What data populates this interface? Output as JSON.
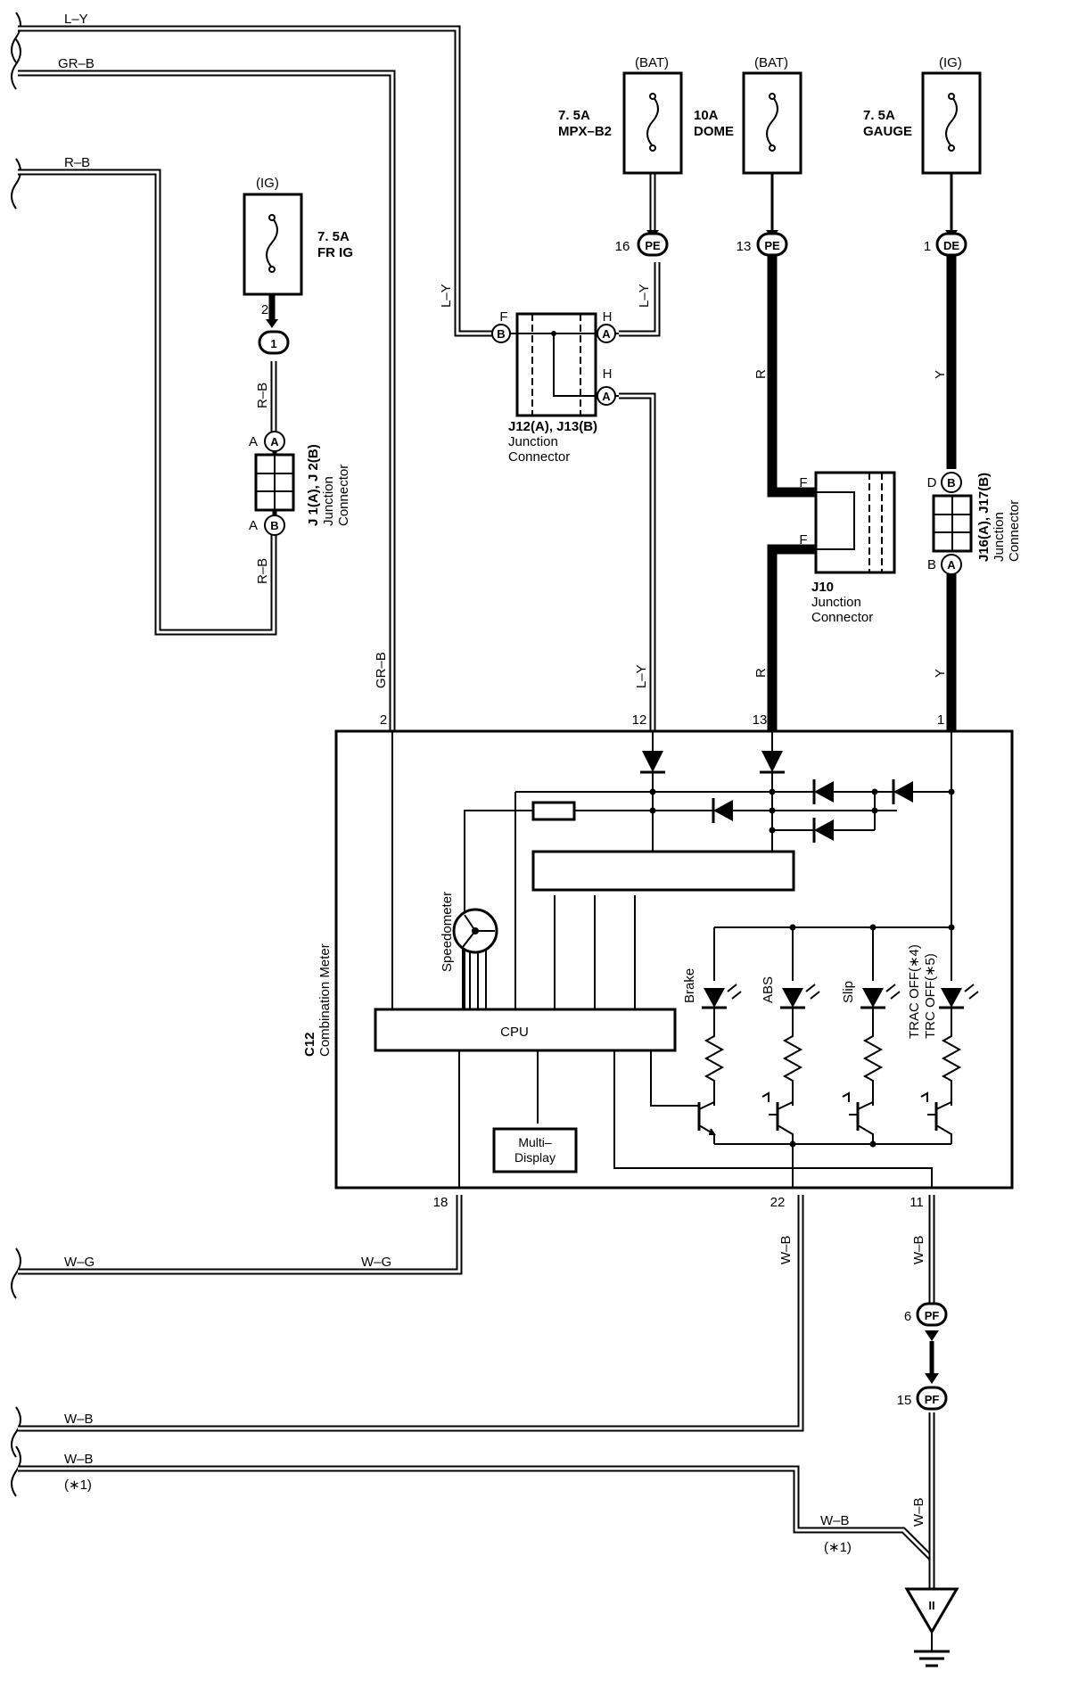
{
  "wires": {
    "ly_top": "L–Y",
    "grb_top": "GR–B",
    "rb_top": "R–B",
    "ly_j12_left": "L–Y",
    "ly_j12_right": "L–Y",
    "rb_j1_top": "R–B",
    "rb_j1_bottom": "R–B",
    "grb_vertical": "GR–B",
    "ly_vertical": "L–Y",
    "r_upper": "R",
    "r_lower": "R",
    "y_upper": "Y",
    "y_lower": "Y",
    "wg_left": "W–G",
    "wg_right": "W–G",
    "wb_pin22": "W–B",
    "wb_pin11": "W–B",
    "wb_left1": "W–B",
    "wb_left2": "W–B",
    "wb_ground": "W–B",
    "wb_star1": "W–B",
    "note_star1_left": "(∗1)",
    "note_star1_ground": "(∗1)"
  },
  "fuses": [
    {
      "source": "(BAT)",
      "rating": "7. 5A",
      "name": "MPX–B2"
    },
    {
      "source": "(BAT)",
      "rating": "10A",
      "name": "DOME"
    },
    {
      "source": "(IG)",
      "rating": "7. 5A",
      "name": "GAUGE"
    },
    {
      "source": "(IG)",
      "rating": "7. 5A",
      "name": "FR IG"
    }
  ],
  "connectors": {
    "pe16": {
      "num": "16",
      "code": "PE"
    },
    "pe13": {
      "num": "13",
      "code": "PE"
    },
    "de1": {
      "num": "1",
      "code": "DE"
    },
    "ig2": {
      "num": "2",
      "code": "1"
    },
    "pf6": {
      "num": "6",
      "code": "PF"
    },
    "pf15": {
      "num": "15",
      "code": "PF"
    }
  },
  "junctions": {
    "j12": {
      "title": "J12(A), J13(B)",
      "sub1": "Junction",
      "sub2": "Connector",
      "pin_f": "F",
      "pin_b": "B",
      "pin_h1": "H",
      "pin_a1": "A",
      "pin_h2": "H",
      "pin_a2": "A"
    },
    "j1": {
      "title": "J 1(A), J 2(B)",
      "sub1": "Junction",
      "sub2": "Connector",
      "pin_a_letter": "A",
      "pin_a": "A",
      "pin_b_letter": "A",
      "pin_b": "B"
    },
    "j10": {
      "title": "J10",
      "sub1": "Junction",
      "sub2": "Connector",
      "pin_f1": "F",
      "pin_f2": "F"
    },
    "j16": {
      "title": "J16(A), J17(B)",
      "sub1": "Junction",
      "sub2": "Connector",
      "pin_d": "D",
      "pin_b_top": "B",
      "pin_b_letter": "B",
      "pin_a": "A"
    }
  },
  "meter": {
    "code": "C12",
    "name": "Combination Meter",
    "pin_2": "2",
    "pin_12": "12",
    "pin_13": "13",
    "pin_1": "1",
    "pin_18": "18",
    "pin_22": "22",
    "pin_11": "11",
    "cpu_label": "CPU",
    "speedometer_label": "Speedometer",
    "multi_display_line1": "Multi–",
    "multi_display_line2": "Display",
    "indicators": [
      "Brake",
      "ABS",
      "Slip",
      "TRAC OFF(∗4)",
      "TRC OFF(∗5)"
    ]
  },
  "ground": {
    "symbol": "II"
  }
}
